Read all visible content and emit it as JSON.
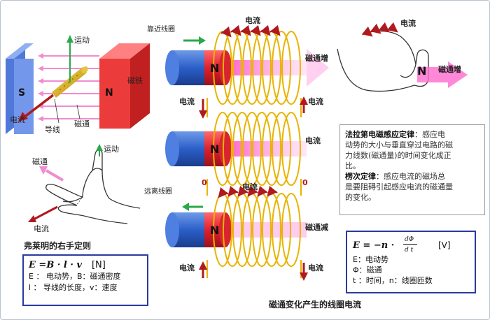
{
  "labels": {
    "top_left": {
      "motion": "运动",
      "current": "电流",
      "wire": "导线",
      "flux": "磁通",
      "magnet": "磁铁",
      "pole_s": "S",
      "pole_n": "N"
    },
    "hand_left": {
      "flux": "磁通",
      "motion": "运动",
      "current": "电流",
      "caption": "弗莱明的右手定则"
    },
    "coils": {
      "approach": "靠近线圈",
      "current_top": "电流",
      "flux_increase": "磁通增",
      "current_left_1": "电流",
      "current_right_1": "电流",
      "current_mid_right": "电流",
      "zero_left": "0",
      "zero_right": "0",
      "current_mid_top": "电流",
      "away": "远离线圈",
      "flux_decrease": "磁通减",
      "current_left_3": "电流",
      "current_right_3": "电流",
      "pole_n": "N",
      "caption": "磁通变化产生的线圈电流"
    },
    "hand_right": {
      "current": "电流",
      "pole_n": "N",
      "flux_increase": "磁通增"
    }
  },
  "faraday": {
    "title1": "法拉第电磁感应定律",
    "text1a": "：感应电",
    "text1b": "动势的大小与垂直穿过电路的磁",
    "text1c": "力线数(磁通量)的时间变化成正",
    "text1d": "比。",
    "title2": "楞次定律",
    "text2a": "：感应电流的磁场总",
    "text2b": "是要阻碍引起感应电流的磁通量",
    "text2c": "的变化。"
  },
  "formula_left": {
    "eq": "E =B · l · v",
    "unit": "[N]",
    "line2": "E ： 电动势，B：磁通密度",
    "line3": "l ： 导线的长度，v：速度"
  },
  "formula_right": {
    "lhs": "E = −n ·",
    "num": "dΦ",
    "den": "d t",
    "unit": "[V]",
    "line2": "E：电动势",
    "line3": "Φ：磁通",
    "line4": "t ：时间，n：线圈匝数"
  },
  "colors": {
    "red_arrow": "#b0191e",
    "green_arrow": "#2aa84a",
    "coil": "#e8b400",
    "magnet_blue": "#3a6fd0",
    "magnet_red": "#e0303a",
    "flux_pink": "#f070c8",
    "box_border": "#2b3aa0"
  }
}
